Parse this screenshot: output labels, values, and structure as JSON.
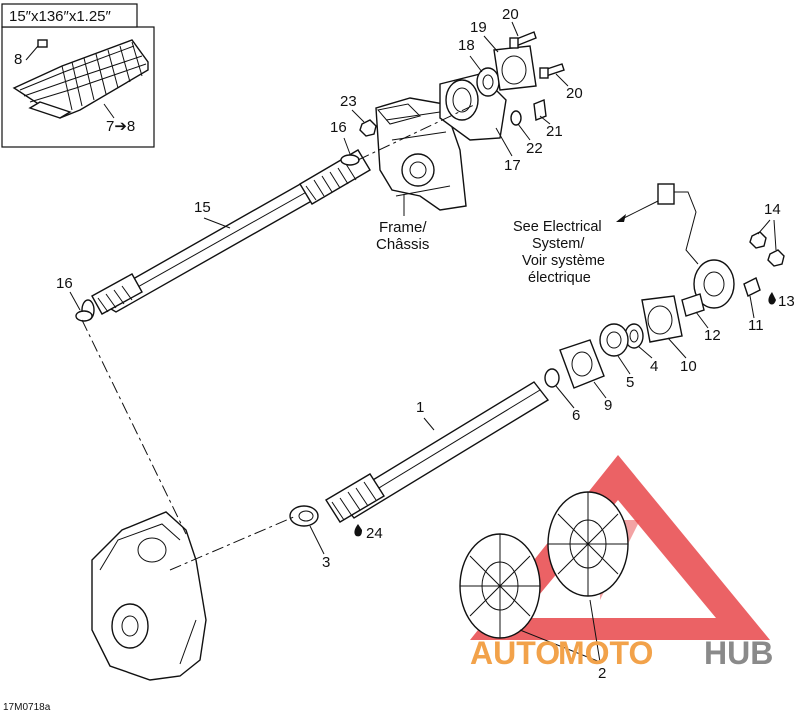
{
  "diagram": {
    "track_spec": "15″x136″x1.25″",
    "callouts": {
      "c1": "1",
      "c2": "2",
      "c3": "3",
      "c4": "4",
      "c5": "5",
      "c6": "6",
      "c7to8": "7➔8",
      "c8": "8",
      "c9": "9",
      "c10": "10",
      "c11": "11",
      "c12": "12",
      "c13": "13",
      "c14": "14",
      "c15": "15",
      "c16a": "16",
      "c16b": "16",
      "c17": "17",
      "c18": "18",
      "c19": "19",
      "c20a": "20",
      "c20b": "20",
      "c21": "21",
      "c22": "22",
      "c23": "23",
      "c24": "24"
    },
    "frame_label_line1": "Frame/",
    "frame_label_line2": "Châssis",
    "electrical_line1": "See Electrical",
    "electrical_line2": "System/",
    "electrical_line3": "Voir système",
    "electrical_line4": "électrique",
    "figure_code": "17M0718a"
  },
  "watermark": {
    "text_part1": "AUTO",
    "text_part2": "MOTO",
    "text_part3": "HUB",
    "color_red": "#e8474a",
    "color_orange": "#f2a24a",
    "color_gray": "#8a8a8a"
  }
}
